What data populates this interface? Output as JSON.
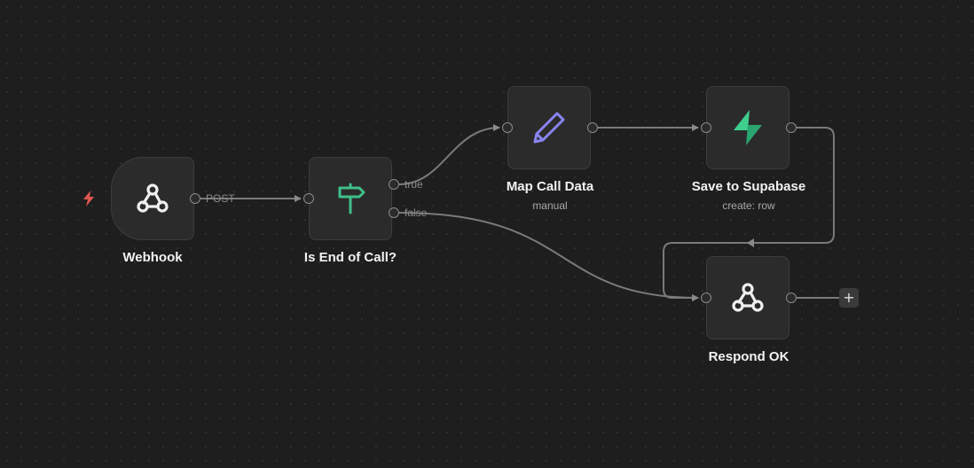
{
  "nodes": {
    "webhook": {
      "label": "Webhook",
      "output_label": "POST"
    },
    "if": {
      "label": "Is End of Call?",
      "true_label": "true",
      "false_label": "false"
    },
    "map": {
      "label": "Map Call Data",
      "subtitle": "manual"
    },
    "supabase": {
      "label": "Save to Supabase",
      "subtitle": "create: row"
    },
    "respond": {
      "label": "Respond OK"
    }
  },
  "add_button": {
    "label": "+"
  },
  "icons": {
    "trigger": "lightning-bolt-icon",
    "webhook": "webhook-icon",
    "if": "signpost-icon",
    "map": "pencil-icon",
    "supabase": "supabase-icon",
    "respond": "webhook-icon"
  },
  "colors": {
    "trigger": "#e0574f",
    "signpost": "#3ec08a",
    "pencil": "#8a84f2",
    "supabase": "#3ecf8e"
  }
}
